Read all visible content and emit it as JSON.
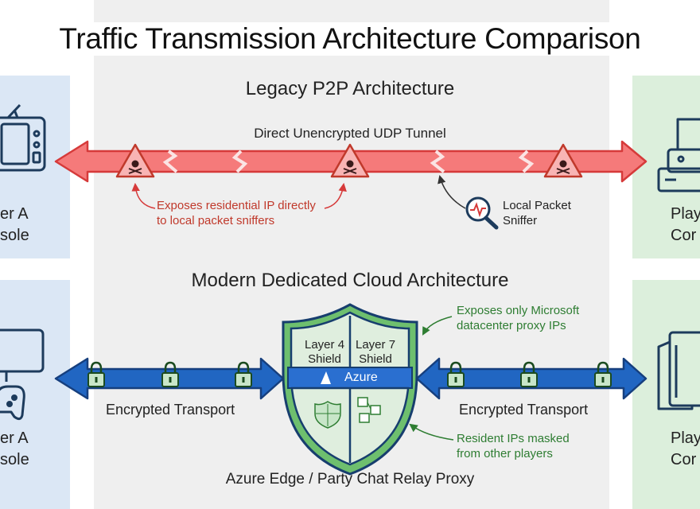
{
  "title": "Traffic Transmission Architecture Comparison",
  "legacy": {
    "title": "Legacy P2P Architecture",
    "tunnel_label": "Direct Unencrypted UDP Tunnel",
    "risk_note_line1": "Exposes residential IP directly",
    "risk_note_line2": "to local packet sniffers",
    "sniffer_line1": "Local Packet",
    "sniffer_line2": "Sniffer",
    "left_console_line1": "er A",
    "left_console_line2": "sole",
    "right_console_line1": "Play",
    "right_console_line2": "Cor"
  },
  "modern": {
    "title": "Modern Dedicated Cloud Architecture",
    "shield_left_line1": "Layer 4",
    "shield_left_line2": "Shield",
    "shield_right_line1": "Layer 7",
    "shield_right_line2": "Shield",
    "azure_label": "Azure",
    "left_transport": "Encrypted Transport",
    "right_transport": "Encrypted Transport",
    "note_top_line1": "Exposes only Microsoft",
    "note_top_line2": "datacenter proxy IPs",
    "note_bottom_line1": "Resident IPs masked",
    "note_bottom_line2": "from other players",
    "relay_label": "Azure Edge / Party Chat Relay Proxy",
    "left_console_line1": "er A",
    "left_console_line2": "sole",
    "right_console_line1": "Play",
    "right_console_line2": "Cor"
  },
  "colors": {
    "red_arrow": "#f26b6b",
    "red_stroke": "#d63a3a",
    "blue_arrow": "#1f5fb0",
    "green": "#2e7d32",
    "lock_fill": "#c8e6c9",
    "shield_navy": "#173e6e",
    "shield_green": "#6ebf6e",
    "azure_blue": "#2a6fd0"
  }
}
